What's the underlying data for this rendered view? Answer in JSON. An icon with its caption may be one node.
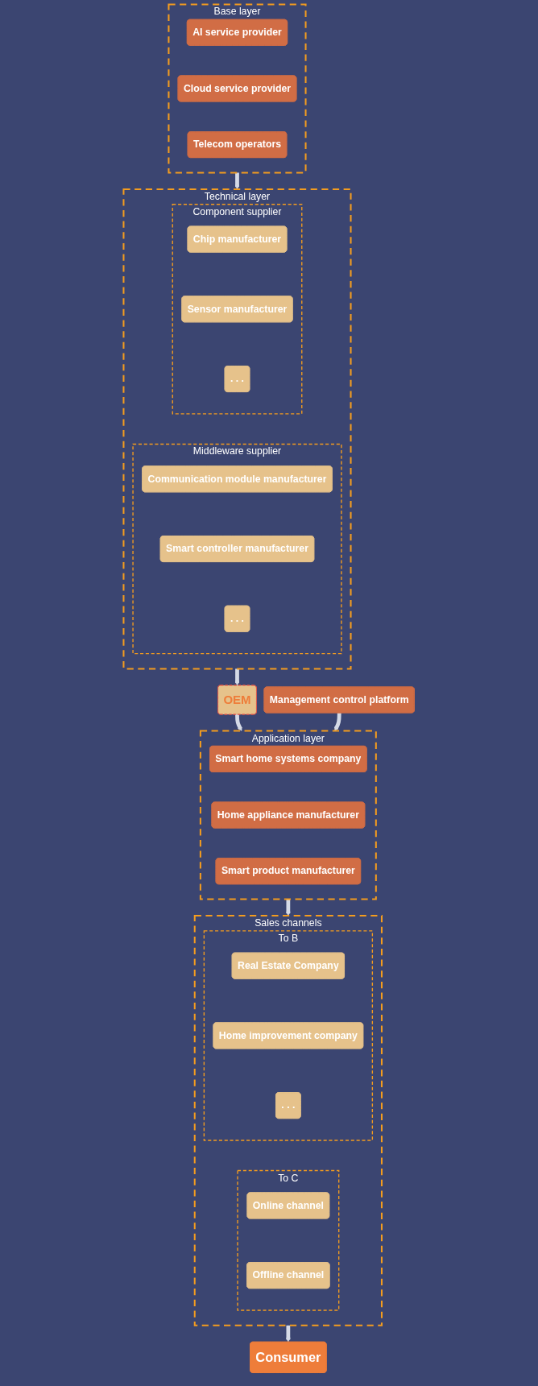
{
  "diagram": {
    "nodes": [
      {
        "text": [
          "Base layer"
        ]
      },
      {
        "text": [
          "AI service provider"
        ],
        "in": 0
      },
      {
        "text": [
          "Cloud service provider"
        ],
        "in": 0
      },
      {
        "text": [
          "Telecom operators"
        ],
        "in": 0
      },
      {
        "text": [
          "Technical layer"
        ]
      },
      {
        "text": [
          "Component supplier"
        ],
        "in": 4
      },
      {
        "text": [
          "Chip manufacturer"
        ],
        "in": 5
      },
      {
        "text": [
          "Sensor manufacturer"
        ],
        "in": 5
      },
      {
        "text": [
          ". . ."
        ],
        "in": 5
      },
      {
        "text": [
          "Middleware supplier"
        ],
        "in": 4
      },
      {
        "text": [
          "Communication module manufacturer"
        ],
        "in": 9
      },
      {
        "text": [
          "Smart controller manufacturer"
        ],
        "in": 9
      },
      {
        "text": [
          ". . ."
        ],
        "in": 9
      },
      {
        "text": [
          "OEM"
        ]
      },
      {
        "text": [
          "Application layer"
        ]
      },
      {
        "text": [
          "Smart home systems company"
        ],
        "in": 14
      },
      {
        "text": [
          "Home appliance manufacturer"
        ],
        "in": 14
      },
      {
        "text": [
          "Smart product manufacturer"
        ],
        "in": 14
      },
      {
        "text": [
          "Management control platform"
        ]
      },
      {
        "text": [
          "Sales channels"
        ]
      },
      {
        "text": [
          "To B"
        ],
        "in": 19
      },
      {
        "text": [
          "Real Estate Company"
        ],
        "in": 20
      },
      {
        "text": [
          "Home improvement company"
        ],
        "in": 20
      },
      {
        "text": [
          ". . ."
        ],
        "in": 20
      },
      {
        "text": [
          "To C"
        ],
        "in": 19
      },
      {
        "text": [
          "Online channel"
        ],
        "in": 24
      },
      {
        "text": [
          "Offline channel"
        ],
        "in": 24
      },
      {
        "text": [
          "Consumer"
        ]
      }
    ],
    "edges": [
      {
        "from": 0,
        "to": 4,
        "arrow": "to"
      },
      {
        "from": 4,
        "to": 13,
        "arrow": "to"
      },
      {
        "from": 13,
        "to": 14,
        "arrow": "to"
      },
      {
        "from": 18,
        "to": 14,
        "arrow": "to"
      },
      {
        "from": 14,
        "to": 19,
        "arrow": "to"
      },
      {
        "from": 19,
        "to": 27,
        "arrow": "to"
      }
    ]
  }
}
